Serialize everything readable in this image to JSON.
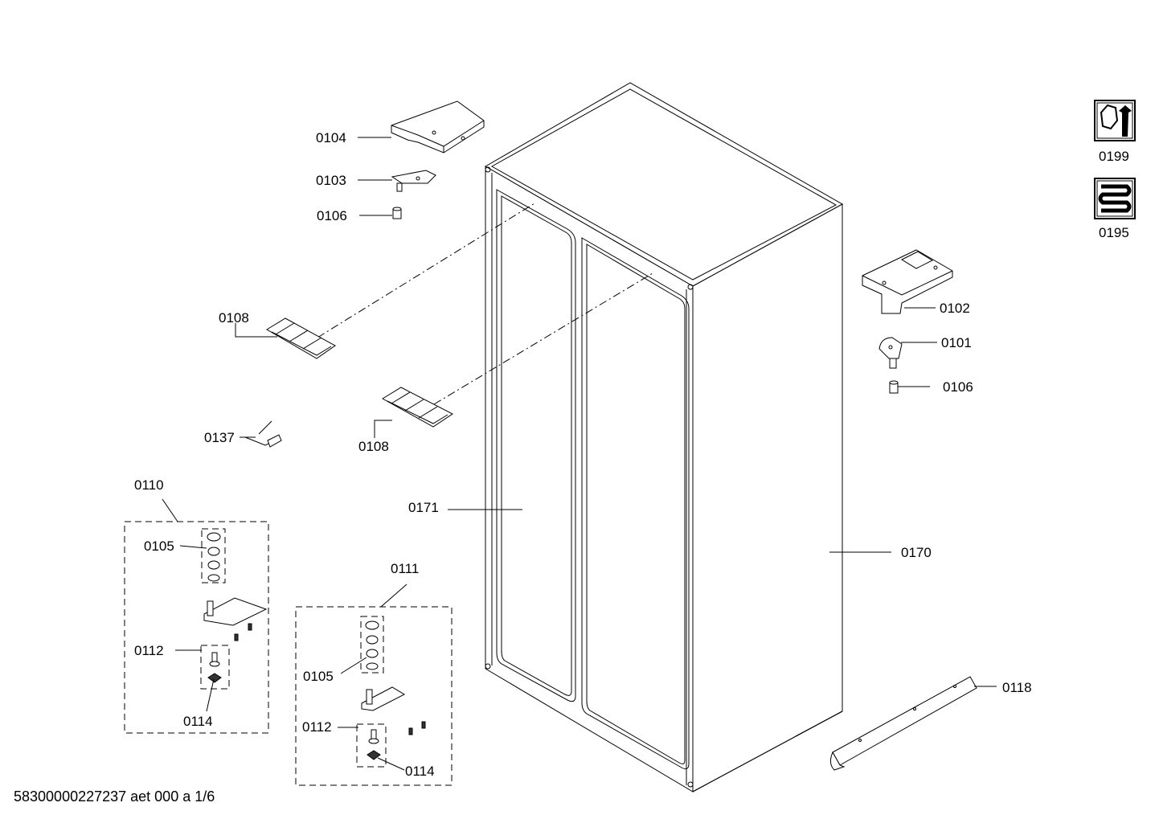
{
  "labels": {
    "p0104": "0104",
    "p0103": "0103",
    "p0106a": "0106",
    "p0108a": "0108",
    "p0108b": "0108",
    "p0137": "0137",
    "p0110": "0110",
    "p0105a": "0105",
    "p0112a": "0112",
    "p0114a": "0114",
    "p0111": "0111",
    "p0105b": "0105",
    "p0112b": "0112",
    "p0114b": "0114",
    "p0171": "0171",
    "p0170": "0170",
    "p0102": "0102",
    "p0101": "0101",
    "p0106b": "0106",
    "p0118": "0118",
    "p0199": "0199",
    "p0195": "0195"
  },
  "footer": "58300000227237 aet 000 a 1/6",
  "icons": {
    "service": "wrench-nut-icon",
    "heater": "heating-coil-icon"
  }
}
